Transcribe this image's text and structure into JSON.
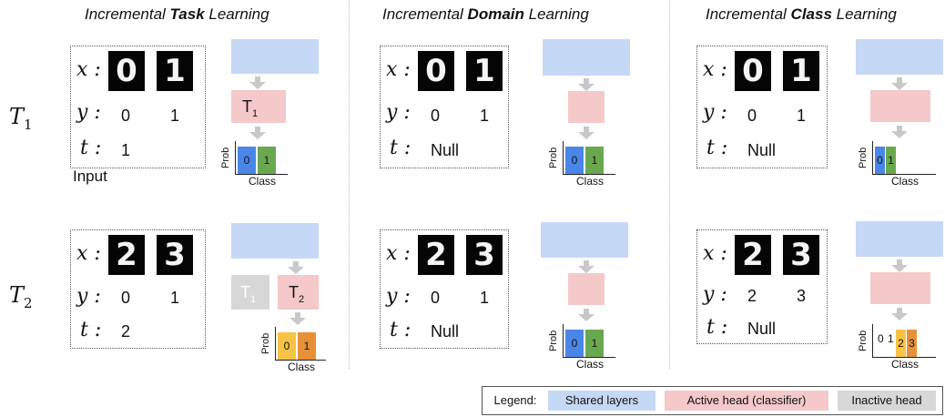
{
  "columns": [
    {
      "pre": "Incremental ",
      "bold": "Task",
      "post": " Learning"
    },
    {
      "pre": "Incremental ",
      "bold": "Domain",
      "post": " Learning"
    },
    {
      "pre": "Incremental ",
      "bold": "Class",
      "post": " Learning"
    }
  ],
  "rows": [
    {
      "label": "T",
      "sub": "1"
    },
    {
      "label": "T",
      "sub": "2"
    }
  ],
  "symbols": {
    "x": "x :",
    "y": "y :",
    "t": "t :"
  },
  "input_label": "Input",
  "panels": {
    "task_r1": {
      "digits": [
        "0",
        "1"
      ],
      "y": [
        "0",
        "1"
      ],
      "t": "1",
      "head": "T",
      "head_sub": "1"
    },
    "task_r2": {
      "digits": [
        "2",
        "3"
      ],
      "y": [
        "0",
        "1"
      ],
      "t": "2",
      "head": "T",
      "head_sub": "2",
      "inactive": "T",
      "inactive_sub": "1"
    },
    "domain_r1": {
      "digits": [
        "0",
        "1"
      ],
      "y": [
        "0",
        "1"
      ],
      "t": "Null"
    },
    "domain_r2": {
      "digits": [
        "2",
        "3"
      ],
      "y": [
        "0",
        "1"
      ],
      "t": "Null"
    },
    "class_r1": {
      "digits": [
        "0",
        "1"
      ],
      "y": [
        "0",
        "1"
      ],
      "t": "Null"
    },
    "class_r2": {
      "digits": [
        "2",
        "3"
      ],
      "y": [
        "2",
        "3"
      ],
      "t": "Null",
      "tick_labels": [
        "0",
        "1"
      ]
    }
  },
  "chart_common": {
    "ylabel": "Prob",
    "xlabel": "Class"
  },
  "bars": {
    "task_r1": [
      {
        "label": "0",
        "color": "#4a86e8"
      },
      {
        "label": "1",
        "color": "#6aa84f"
      }
    ],
    "task_r2": [
      {
        "label": "0",
        "color": "#f6c344"
      },
      {
        "label": "1",
        "color": "#e69138"
      }
    ],
    "domain_r1": [
      {
        "label": "0",
        "color": "#4a86e8"
      },
      {
        "label": "1",
        "color": "#6aa84f"
      }
    ],
    "domain_r2": [
      {
        "label": "0",
        "color": "#4a86e8"
      },
      {
        "label": "1",
        "color": "#6aa84f"
      }
    ],
    "class_r1": [
      {
        "label": "0",
        "color": "#4a86e8"
      },
      {
        "label": "1",
        "color": "#6aa84f"
      }
    ],
    "class_r2": [
      {
        "label": "2",
        "color": "#f6c344"
      },
      {
        "label": "3",
        "color": "#e69138"
      }
    ]
  },
  "colors": {
    "shared": "#c5d8f5",
    "active": "#f5c8c9",
    "inactive": "#d7d7d7"
  },
  "legend": {
    "title": "Legend:",
    "shared": "Shared layers",
    "active": "Active head (classifier)",
    "inactive": "Inactive head"
  }
}
